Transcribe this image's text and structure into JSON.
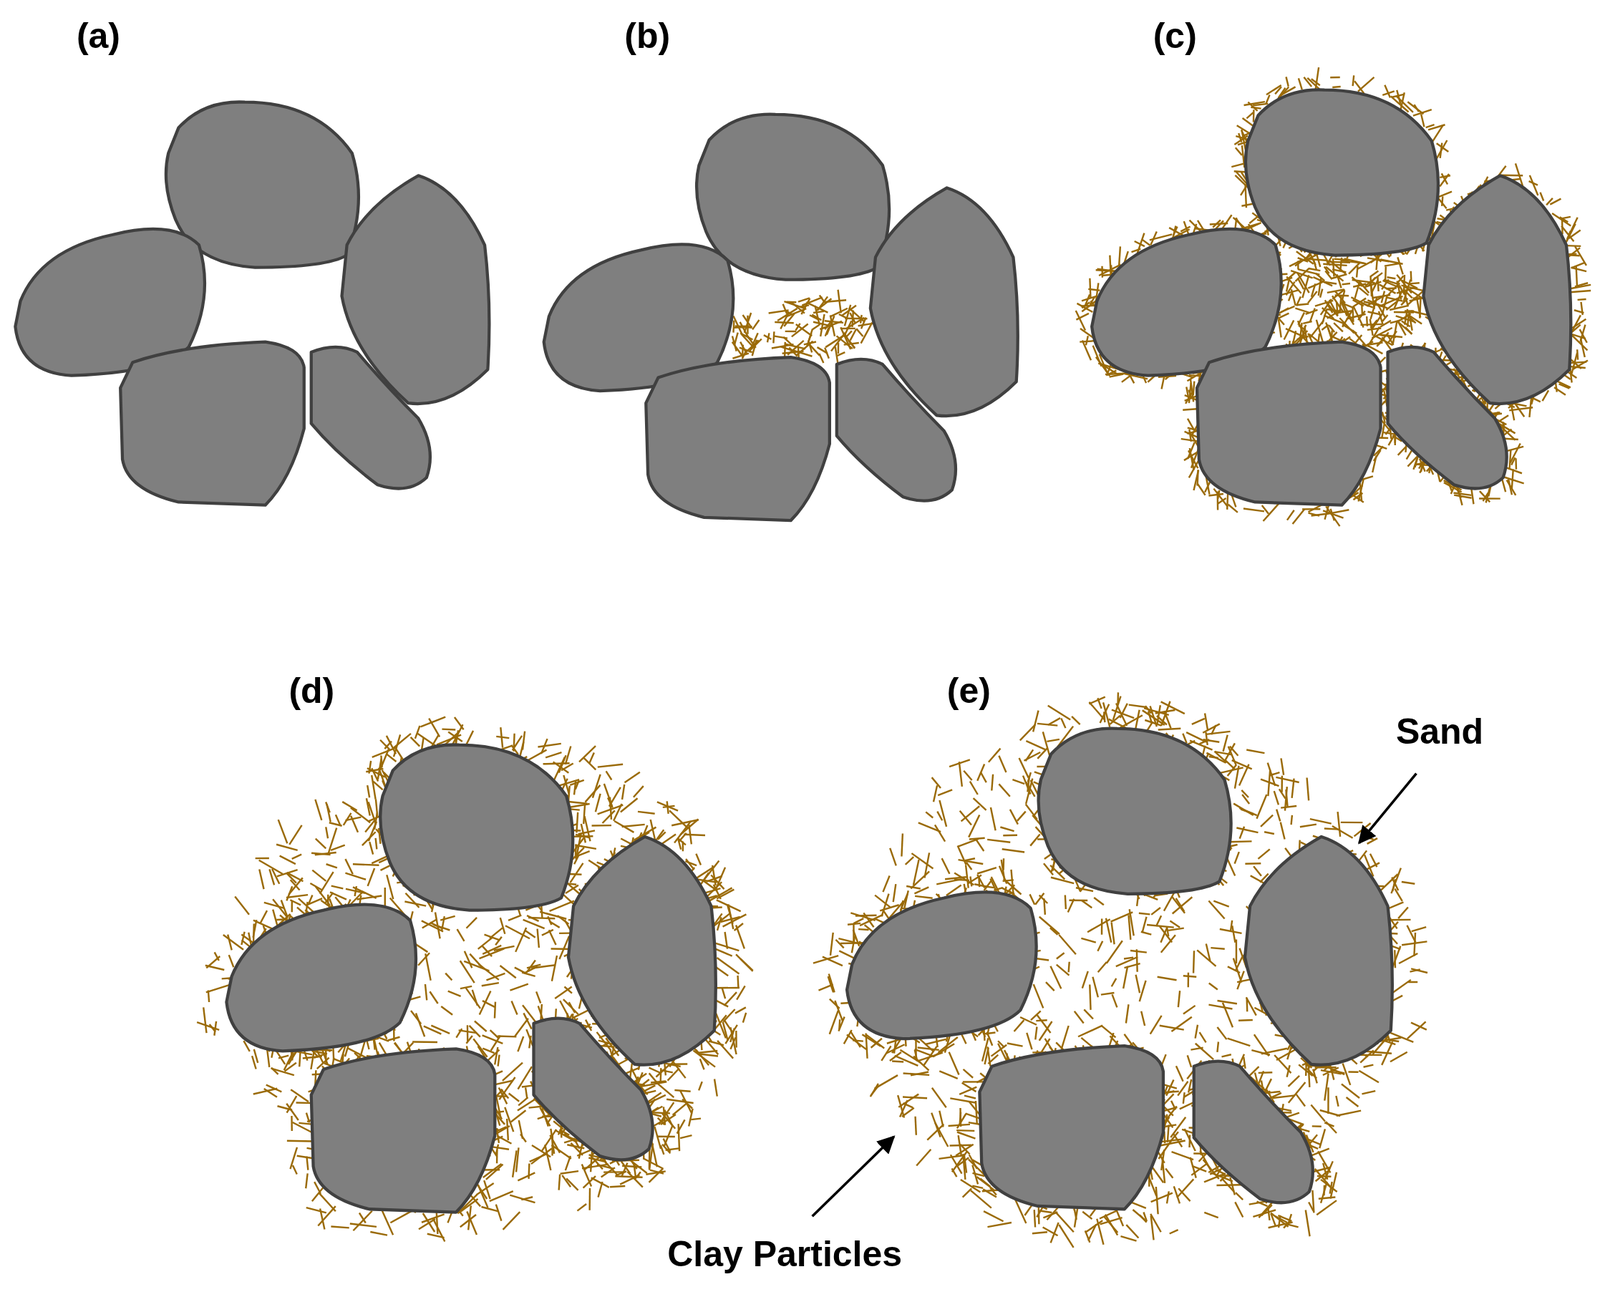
{
  "diagram": {
    "labels": [
      "(a)",
      "(b)",
      "(c)",
      "(d)",
      "(e)",
      "Sand",
      "Clay Particles"
    ]
  }
}
